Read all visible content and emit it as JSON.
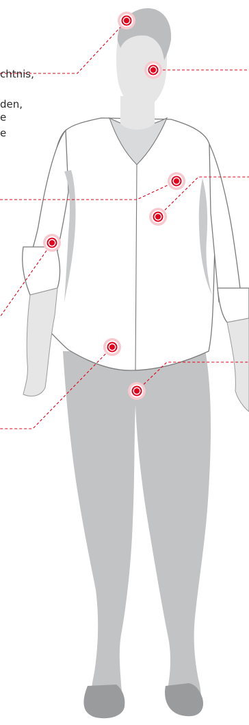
{
  "text_fragments": [
    "chtnis,",
    "den,",
    "e",
    "e"
  ],
  "colors": {
    "accent": "#e2001a",
    "figure_fill": "#bfc0c2",
    "shirt_outline": "#7a7a7a",
    "skin": "#e6e6e7"
  },
  "markers": [
    {
      "name": "head-top"
    },
    {
      "name": "eye"
    },
    {
      "name": "chest-right"
    },
    {
      "name": "chest-left"
    },
    {
      "name": "elbow"
    },
    {
      "name": "abdomen"
    },
    {
      "name": "groin"
    }
  ]
}
